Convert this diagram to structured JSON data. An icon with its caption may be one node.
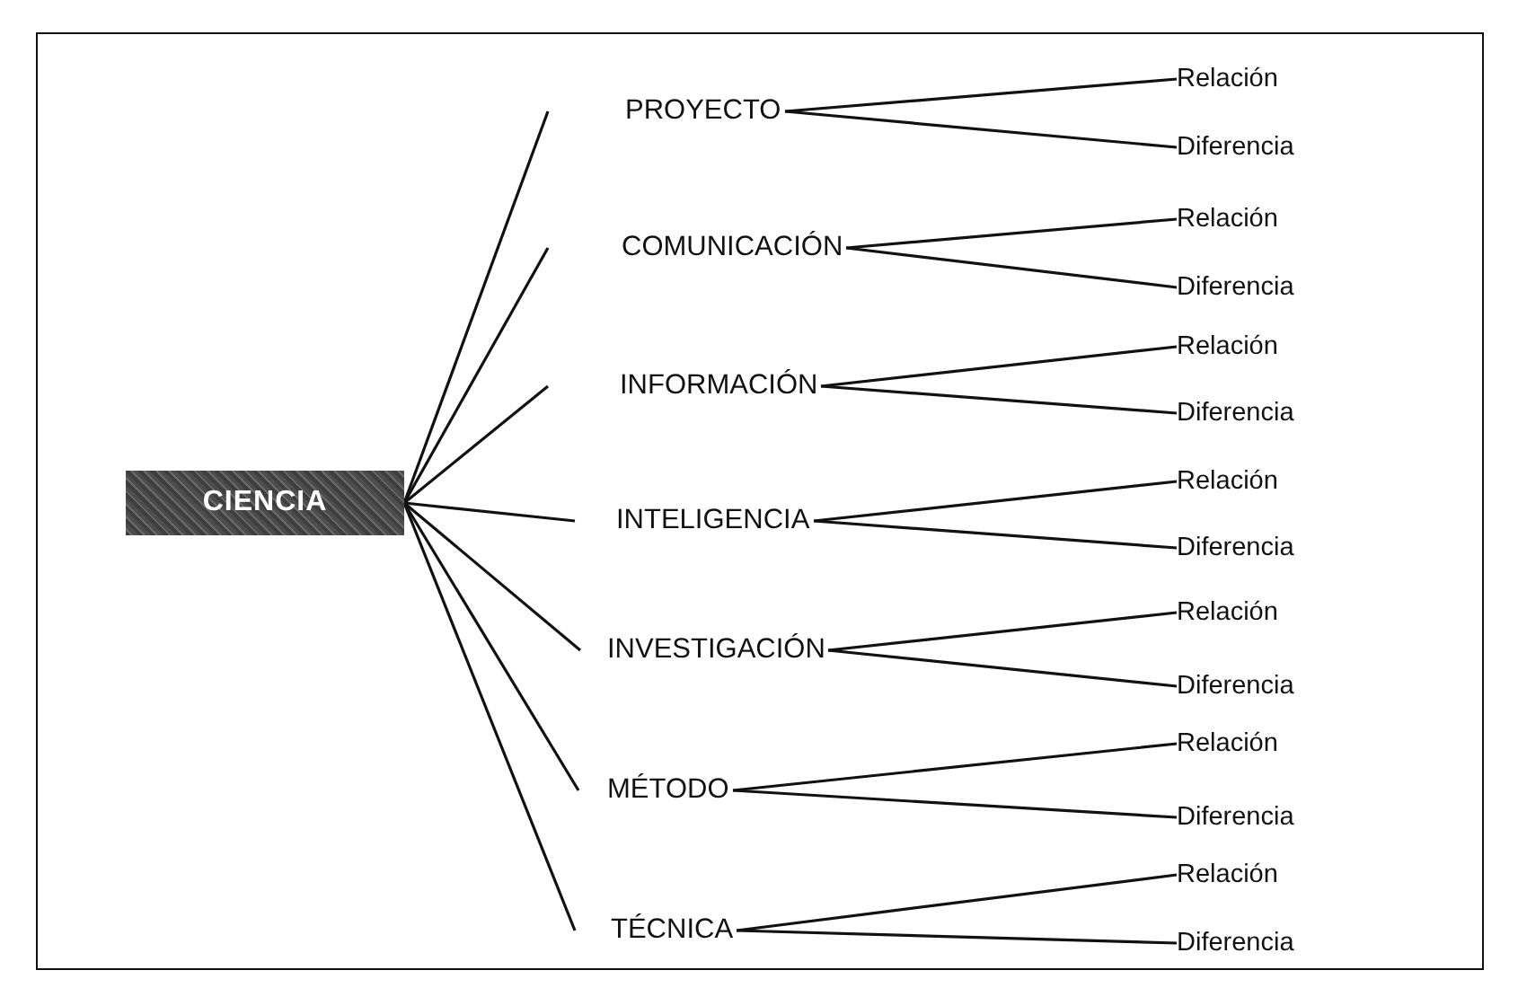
{
  "diagram": {
    "nodes": [
      {
        "text": [
          "CIENCIA"
        ]
      },
      {
        "text": [
          "PROYECTO"
        ]
      },
      {
        "text": [
          "Relación"
        ]
      },
      {
        "text": [
          "Diferencia"
        ]
      },
      {
        "text": [
          "COMUNICACIÓN"
        ]
      },
      {
        "text": [
          "Relación"
        ]
      },
      {
        "text": [
          "Diferencia"
        ]
      },
      {
        "text": [
          "INFORMACIÓN"
        ]
      },
      {
        "text": [
          "Relación"
        ]
      },
      {
        "text": [
          "Diferencia"
        ]
      },
      {
        "text": [
          "INTELIGENCIA"
        ]
      },
      {
        "text": [
          "Relación"
        ]
      },
      {
        "text": [
          "Diferencia"
        ]
      },
      {
        "text": [
          "INVESTIGACIÓN"
        ]
      },
      {
        "text": [
          "Relación"
        ]
      },
      {
        "text": [
          "Diferencia"
        ]
      },
      {
        "text": [
          "MÉTODO"
        ]
      },
      {
        "text": [
          "Relación"
        ]
      },
      {
        "text": [
          "Diferencia"
        ]
      },
      {
        "text": [
          "TÉCNICA"
        ]
      },
      {
        "text": [
          "Relación"
        ]
      },
      {
        "text": [
          "Diferencia"
        ]
      }
    ],
    "edges": [
      {
        "from": 0,
        "to": 1,
        "arrow": "none"
      },
      {
        "from": 1,
        "to": 2,
        "arrow": "none"
      },
      {
        "from": 1,
        "to": 3,
        "arrow": "none"
      },
      {
        "from": 0,
        "to": 4,
        "arrow": "none"
      },
      {
        "from": 4,
        "to": 5,
        "arrow": "none"
      },
      {
        "from": 4,
        "to": 6,
        "arrow": "none"
      },
      {
        "from": 0,
        "to": 7,
        "arrow": "none"
      },
      {
        "from": 7,
        "to": 8,
        "arrow": "none"
      },
      {
        "from": 7,
        "to": 9,
        "arrow": "none"
      },
      {
        "from": 0,
        "to": 10,
        "arrow": "none"
      },
      {
        "from": 10,
        "to": 11,
        "arrow": "none"
      },
      {
        "from": 10,
        "to": 12,
        "arrow": "none"
      },
      {
        "from": 0,
        "to": 13,
        "arrow": "none"
      },
      {
        "from": 13,
        "to": 14,
        "arrow": "none"
      },
      {
        "from": 13,
        "to": 15,
        "arrow": "none"
      },
      {
        "from": 0,
        "to": 16,
        "arrow": "none"
      },
      {
        "from": 16,
        "to": 17,
        "arrow": "none"
      },
      {
        "from": 16,
        "to": 18,
        "arrow": "none"
      },
      {
        "from": 0,
        "to": 19,
        "arrow": "none"
      },
      {
        "from": 19,
        "to": 20,
        "arrow": "none"
      },
      {
        "from": 19,
        "to": 21,
        "arrow": "none"
      }
    ]
  }
}
